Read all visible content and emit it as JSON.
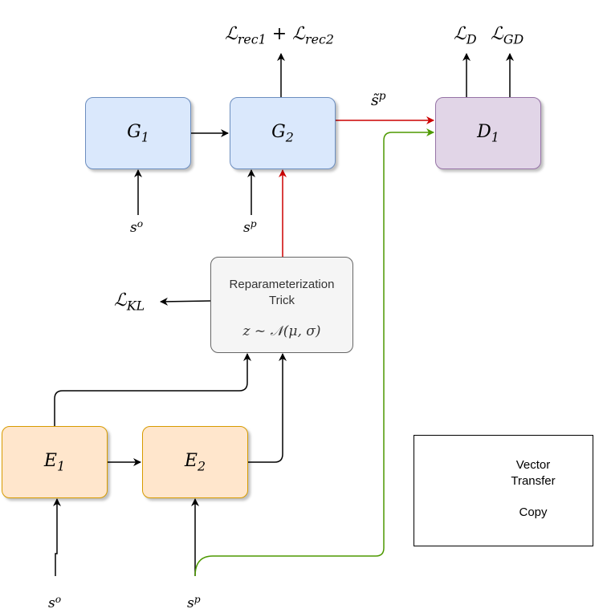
{
  "nodes": {
    "g1": {
      "base": "G",
      "sub": "1"
    },
    "g2": {
      "base": "G",
      "sub": "2"
    },
    "d1": {
      "base": "D",
      "sub": "1"
    },
    "e1": {
      "base": "E",
      "sub": "1"
    },
    "e2": {
      "base": "E",
      "sub": "2"
    },
    "reparam": {
      "title": "Reparameterization Trick",
      "formula": "z ~ 𝒩(μ, σ)"
    }
  },
  "labels": {
    "rec_loss": {
      "l1_sub": "rec1",
      "plus": "+",
      "l2_sub": "rec2",
      "symbol": "ℒ"
    },
    "d_loss": {
      "symbol": "ℒ",
      "sub": "D"
    },
    "gd_loss": {
      "symbol": "ℒ",
      "sub": "GD"
    },
    "kl_loss": {
      "symbol": "ℒ",
      "sub": "KL"
    },
    "s_tilde_p": {
      "base": "s̃",
      "sup": "p"
    },
    "g1_input": {
      "base": "s",
      "sup": "o"
    },
    "g2_input": {
      "base": "s",
      "sup": "p"
    },
    "e1_input": {
      "base": "s",
      "sup": "o"
    },
    "e2_input": {
      "base": "s",
      "sup": "p"
    }
  },
  "legend": {
    "vector_transfer": "Vector Transfer",
    "copy": "Copy"
  },
  "colors": {
    "red_edge": "#cc0000",
    "green_edge": "#4d9900",
    "black_edge": "#000000"
  }
}
